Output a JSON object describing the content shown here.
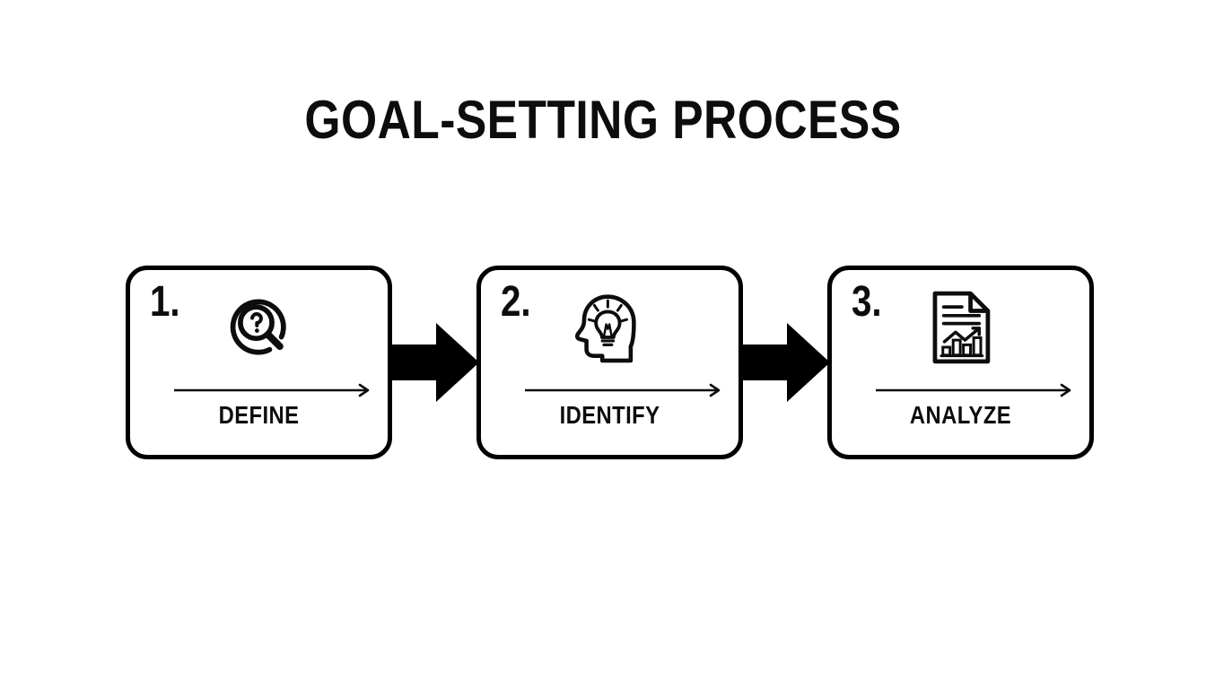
{
  "page": {
    "title": "GOAL-SETTING PROCESS",
    "background_color": "#ffffff",
    "ink_color": "#0d0d0d"
  },
  "diagram": {
    "type": "horizontal-process-flow",
    "step_count": 3,
    "connector_icon": "block-arrow-right-icon",
    "steps": [
      {
        "number": "1.",
        "label": "DEFINE",
        "icon": "magnifier-question-icon",
        "inner_arrow": "arrow-right-line-icon"
      },
      {
        "number": "2.",
        "label": "IDENTIFY",
        "icon": "head-lightbulb-icon",
        "inner_arrow": "arrow-right-line-icon"
      },
      {
        "number": "3.",
        "label": "ANALYZE",
        "icon": "document-chart-icon",
        "inner_arrow": "arrow-right-line-icon"
      }
    ]
  }
}
